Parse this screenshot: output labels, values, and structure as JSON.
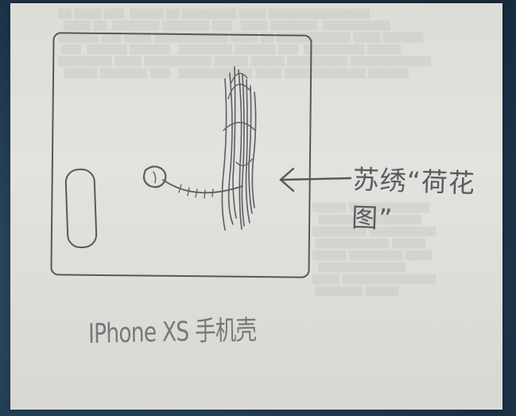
{
  "annotation": {
    "label": "苏绣“荷花图”"
  },
  "product": {
    "label": "IPhone XS 手机壳"
  },
  "icons": {
    "camera": "camera-cutout-outline",
    "arrow": "left-arrow",
    "embroidery": "lotus-sketch"
  },
  "colors": {
    "background": "#1f3a52",
    "paper": "#dcdcd8",
    "pencil": "#55575a"
  }
}
